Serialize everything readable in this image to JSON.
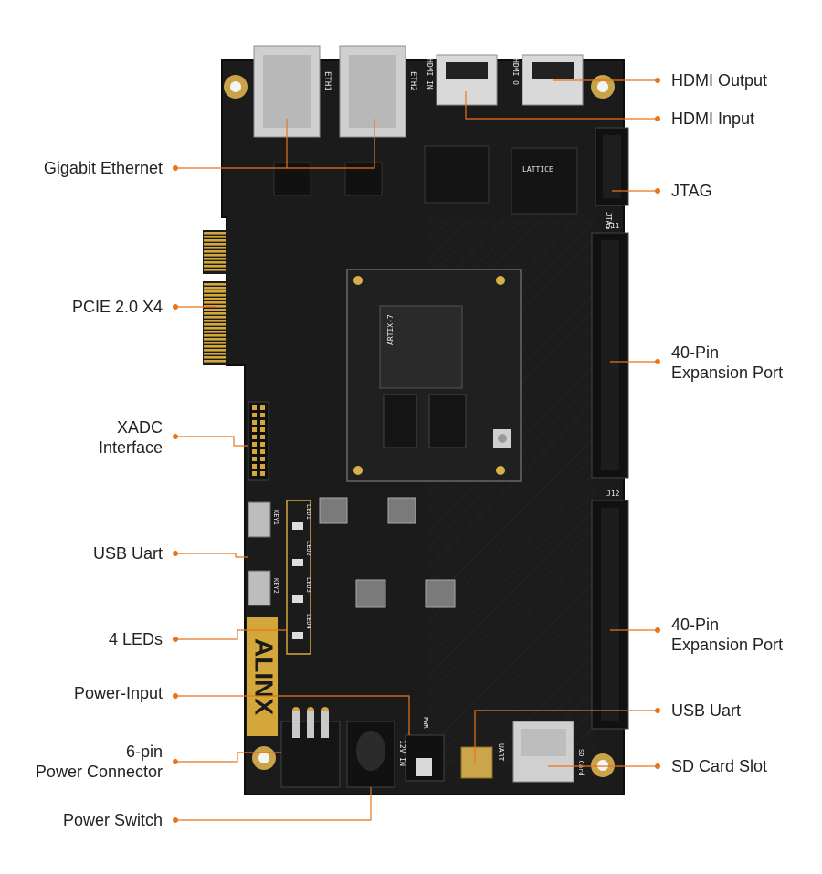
{
  "callouts_left": [
    {
      "id": "gigabit-ethernet",
      "lines": [
        "Gigabit Ethernet"
      ]
    },
    {
      "id": "pcie",
      "lines": [
        "PCIE 2.0 X4"
      ]
    },
    {
      "id": "xadc",
      "lines": [
        "XADC",
        "Interface"
      ]
    },
    {
      "id": "usb-uart-left",
      "lines": [
        "USB Uart"
      ]
    },
    {
      "id": "leds",
      "lines": [
        "4 LEDs"
      ]
    },
    {
      "id": "power-input",
      "lines": [
        "Power-Input"
      ]
    },
    {
      "id": "power-connector",
      "lines": [
        "6-pin",
        "Power Connector"
      ]
    },
    {
      "id": "power-switch",
      "lines": [
        "Power Switch"
      ]
    }
  ],
  "callouts_right": [
    {
      "id": "hdmi-output",
      "lines": [
        "HDMI Output"
      ]
    },
    {
      "id": "hdmi-input",
      "lines": [
        "HDMI Input"
      ]
    },
    {
      "id": "jtag",
      "lines": [
        "JTAG"
      ]
    },
    {
      "id": "expansion-port-1",
      "lines": [
        "40-Pin",
        "Expansion Port"
      ]
    },
    {
      "id": "expansion-port-2",
      "lines": [
        "40-Pin",
        "Expansion Port"
      ]
    },
    {
      "id": "usb-uart-right",
      "lines": [
        "USB Uart"
      ]
    },
    {
      "id": "sd-card-slot",
      "lines": [
        "SD Card Slot"
      ]
    }
  ],
  "board": {
    "logo": "ALINX",
    "fpga_marking": "ARTIX-7",
    "cpld_marking": "LATTICE",
    "silkscreen": {
      "eth1": "ETH1",
      "eth2": "ETH2",
      "hdmi_in": "HDMI IN",
      "hdmi_o": "HDMI O",
      "jtag": "JTAG",
      "j1": "J11",
      "j2": "J12",
      "key1": "KEY1",
      "key2": "KEY2",
      "led1": "LED1",
      "led2": "LED2",
      "led3": "LED3",
      "led4": "LED4",
      "vin": "12V IN",
      "pwr": "PWR",
      "uart": "UART",
      "sd": "SD Card"
    }
  },
  "colors": {
    "accent": "#e8741a",
    "board": "#1b1b1b",
    "text": "#222222",
    "gold": "#d4a73a"
  }
}
